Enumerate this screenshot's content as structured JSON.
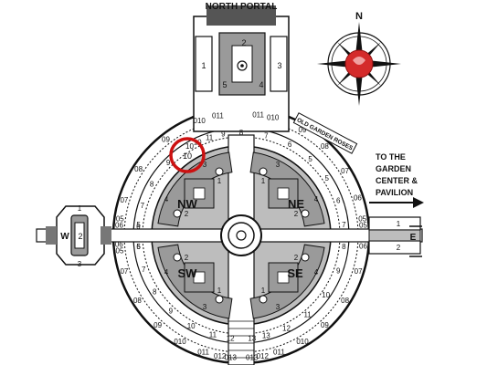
{
  "map": {
    "north_portal_label": "NORTH PORTAL",
    "compass_letter": "N",
    "old_garden_roses_label": "OLD GARDEN ROSES",
    "destination_lines": [
      "TO THE",
      "GARDEN",
      "CENTER &",
      "PAVILION"
    ],
    "east_label": "E",
    "west_label": "W",
    "quadrants": [
      "NW",
      "NE",
      "SW",
      "SE"
    ],
    "portal_beds": [
      "1",
      "2",
      "3",
      "4",
      "5"
    ],
    "west_beds": [
      "1",
      "2",
      "3"
    ],
    "east_path_beds": [
      "1",
      "2"
    ],
    "outer_ring_labels": [
      "011",
      "010",
      "09",
      "08",
      "07",
      "06",
      "05",
      "05",
      "06",
      "07",
      "08",
      "09",
      "010",
      "011",
      "012",
      "013",
      "013",
      "012",
      "011",
      "010",
      "09",
      "08",
      "07",
      "06",
      "05",
      "05",
      "06",
      "07",
      "08",
      "09",
      "010",
      "011"
    ],
    "inner_ring_labels": [
      "11",
      "10",
      "9",
      "8",
      "7",
      "6",
      "5",
      "5",
      "6",
      "7",
      "8",
      "9",
      "10",
      "11",
      "12",
      "13",
      "13",
      "12",
      "11",
      "10",
      "9",
      "8",
      "7",
      "6",
      "5",
      "5",
      "6",
      "7",
      "8",
      "9",
      "10"
    ],
    "quadrant_bed_numbers": [
      "1",
      "2",
      "3",
      "4"
    ],
    "highlight_label": "10",
    "colors": {
      "ink": "#111111",
      "path_gray": "#bdbdbd",
      "bed_gray": "#9a9a9a",
      "highlight_red": "#cc1111",
      "rose_red": "#d42a2a"
    }
  }
}
